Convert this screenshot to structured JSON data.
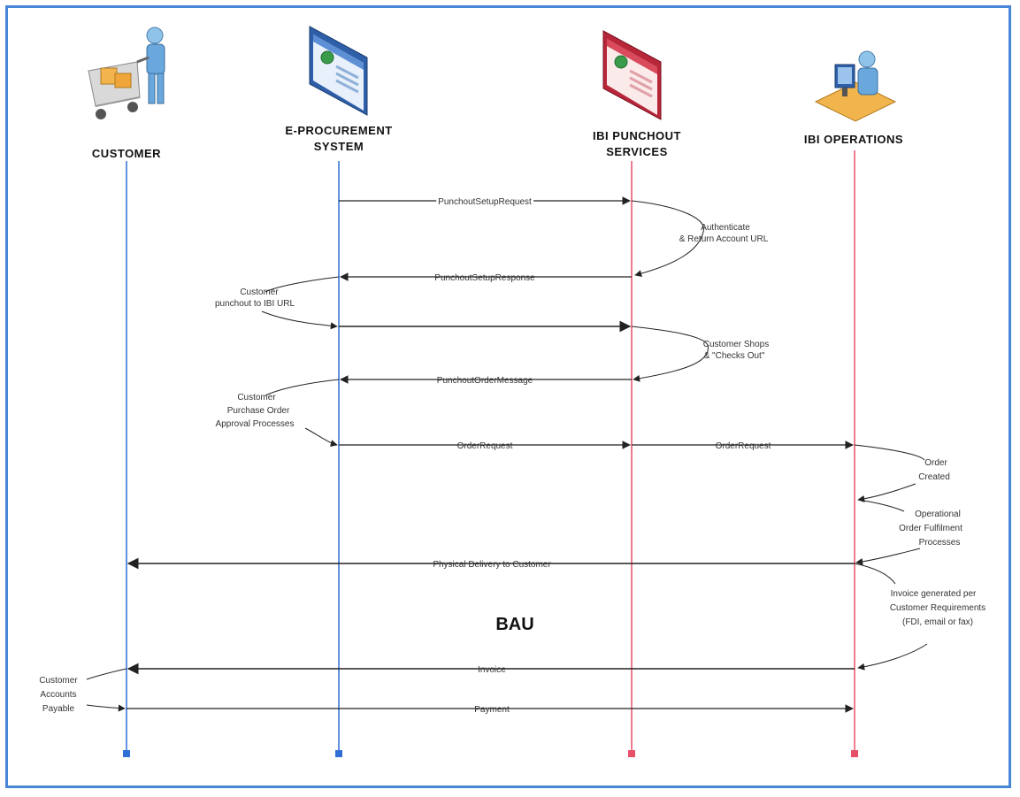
{
  "actors": [
    {
      "id": "customer",
      "label_lines": [
        "CUSTOMER"
      ],
      "icon": "shopping-cart-person-icon",
      "color": "#2f6fd6"
    },
    {
      "id": "eproc",
      "label_lines": [
        "E-PROCUREMENT",
        "SYSTEM"
      ],
      "icon": "web-browser-window-icon",
      "color": "#2f6fd6"
    },
    {
      "id": "punchout",
      "label_lines": [
        "IBI PUNCHOUT",
        "SERVICES"
      ],
      "icon": "web-browser-window-red-icon",
      "color": "#e8506a"
    },
    {
      "id": "operations",
      "label_lines": [
        "IBI OPERATIONS"
      ],
      "icon": "person-at-computer-icon",
      "color": "#e8506a"
    }
  ],
  "messages": [
    {
      "from": "eproc",
      "to": "punchout",
      "label": "PunchoutSetupRequest"
    },
    {
      "from": "punchout",
      "to": "eproc",
      "label": "PunchoutSetupResponse"
    },
    {
      "from": "eproc",
      "to": "punchout",
      "label": ""
    },
    {
      "from": "punchout",
      "to": "eproc",
      "label": "PunchoutOrderMessage"
    },
    {
      "from": "eproc",
      "to": "punchout",
      "label": "OrderRequest"
    },
    {
      "from": "punchout",
      "to": "operations",
      "label": "OrderRequest"
    },
    {
      "from": "operations",
      "to": "customer",
      "label": "Physical Delivery to Customer"
    },
    {
      "from": "operations",
      "to": "customer",
      "label": "Invoice"
    },
    {
      "from": "customer",
      "to": "operations",
      "label": "Payment"
    }
  ],
  "notes": [
    {
      "lines": [
        "Authenticate",
        "& Return Account URL"
      ]
    },
    {
      "lines": [
        "Customer",
        "punchout to IBI URL"
      ]
    },
    {
      "lines": [
        "Customer Shops",
        "& \"Checks Out\""
      ]
    },
    {
      "lines": [
        "Customer",
        "Purchase Order",
        "Approval Processes"
      ]
    },
    {
      "lines": [
        "Order",
        "Created"
      ]
    },
    {
      "lines": [
        "Operational",
        "Order Fulfilment",
        "Processes"
      ]
    },
    {
      "lines": [
        "Invoice generated per",
        "Customer Requirements",
        "(FDI, email or fax)"
      ]
    },
    {
      "lines": [
        "Customer",
        "Accounts",
        "Payable"
      ]
    }
  ],
  "section_label": "BAU"
}
